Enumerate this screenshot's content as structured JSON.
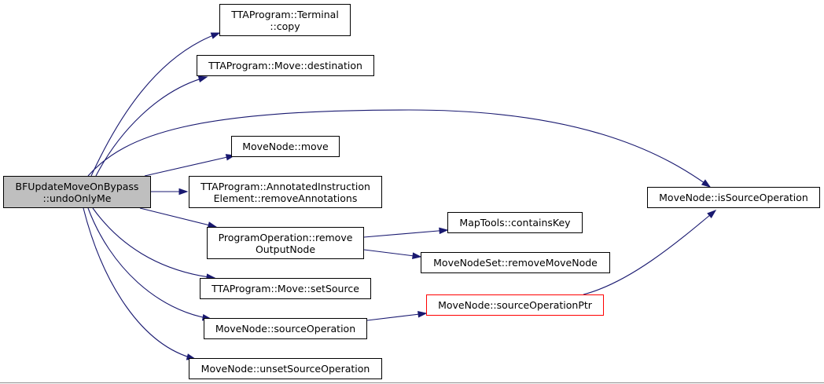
{
  "graph": {
    "nodes": {
      "root": [
        "BFUpdateMoveOnBypass",
        "::undoOnlyMe"
      ],
      "terminal_copy": [
        "TTAProgram::Terminal",
        "::copy"
      ],
      "move_destination": [
        "TTAProgram::Move::destination"
      ],
      "movenode_move": [
        "MoveNode::move"
      ],
      "remove_annotations": [
        "TTAProgram::AnnotatedInstruction",
        "Element::removeAnnotations"
      ],
      "remove_output_node": [
        "ProgramOperation::remove",
        "OutputNode"
      ],
      "move_setsource": [
        "TTAProgram::Move::setSource"
      ],
      "source_operation": [
        "MoveNode::sourceOperation"
      ],
      "unset_source_operation": [
        "MoveNode::unsetSourceOperation"
      ],
      "is_source_operation": [
        "MoveNode::isSourceOperation"
      ],
      "contains_key": [
        "MapTools::containsKey"
      ],
      "remove_move_node": [
        "MoveNodeSet::removeMoveNode"
      ],
      "source_operation_ptr": [
        "MoveNode::sourceOperationPtr"
      ]
    },
    "edges": [
      [
        "root",
        "terminal_copy"
      ],
      [
        "root",
        "move_destination"
      ],
      [
        "root",
        "is_source_operation"
      ],
      [
        "root",
        "movenode_move"
      ],
      [
        "root",
        "remove_annotations"
      ],
      [
        "root",
        "remove_output_node"
      ],
      [
        "root",
        "move_setsource"
      ],
      [
        "root",
        "source_operation"
      ],
      [
        "root",
        "unset_source_operation"
      ],
      [
        "remove_output_node",
        "contains_key"
      ],
      [
        "remove_output_node",
        "remove_move_node"
      ],
      [
        "source_operation",
        "source_operation_ptr"
      ],
      [
        "source_operation_ptr",
        "is_source_operation"
      ]
    ],
    "colors": {
      "edge": "#191970",
      "root_fill": "#bfbfbf",
      "node_border": "#000000",
      "highlight_border": "#ff0000"
    }
  }
}
